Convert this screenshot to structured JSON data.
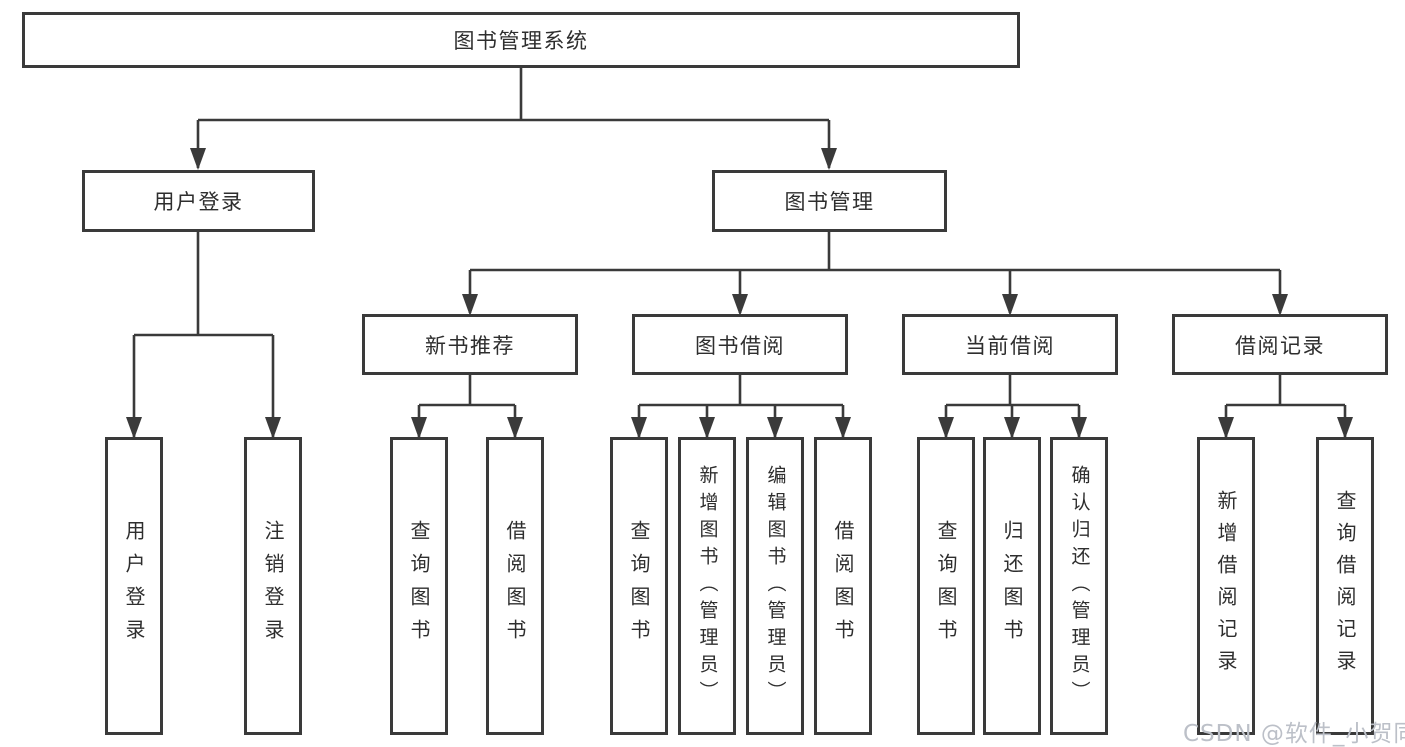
{
  "diagram": {
    "root": {
      "label": "图书管理系统"
    },
    "branches": [
      {
        "label": "用户登录",
        "children": [
          {
            "label": "用户登录"
          },
          {
            "label": "注销登录"
          }
        ]
      },
      {
        "label": "图书管理",
        "children": [
          {
            "label": "新书推荐",
            "children": [
              {
                "label": "查询图书"
              },
              {
                "label": "借阅图书"
              }
            ]
          },
          {
            "label": "图书借阅",
            "children": [
              {
                "label": "查询图书"
              },
              {
                "label": "新增图书（管理员）"
              },
              {
                "label": "编辑图书（管理员）"
              },
              {
                "label": "借阅图书"
              }
            ]
          },
          {
            "label": "当前借阅",
            "children": [
              {
                "label": "查询图书"
              },
              {
                "label": "归还图书"
              },
              {
                "label": "确认归还（管理员）"
              }
            ]
          },
          {
            "label": "借阅记录",
            "children": [
              {
                "label": "新增借阅记录"
              },
              {
                "label": "查询借阅记录"
              }
            ]
          }
        ]
      }
    ],
    "line_color": "#3a3a3a",
    "background_color": "#ffffff"
  },
  "watermark": {
    "text": "CSDN @软件_小贺同学"
  }
}
